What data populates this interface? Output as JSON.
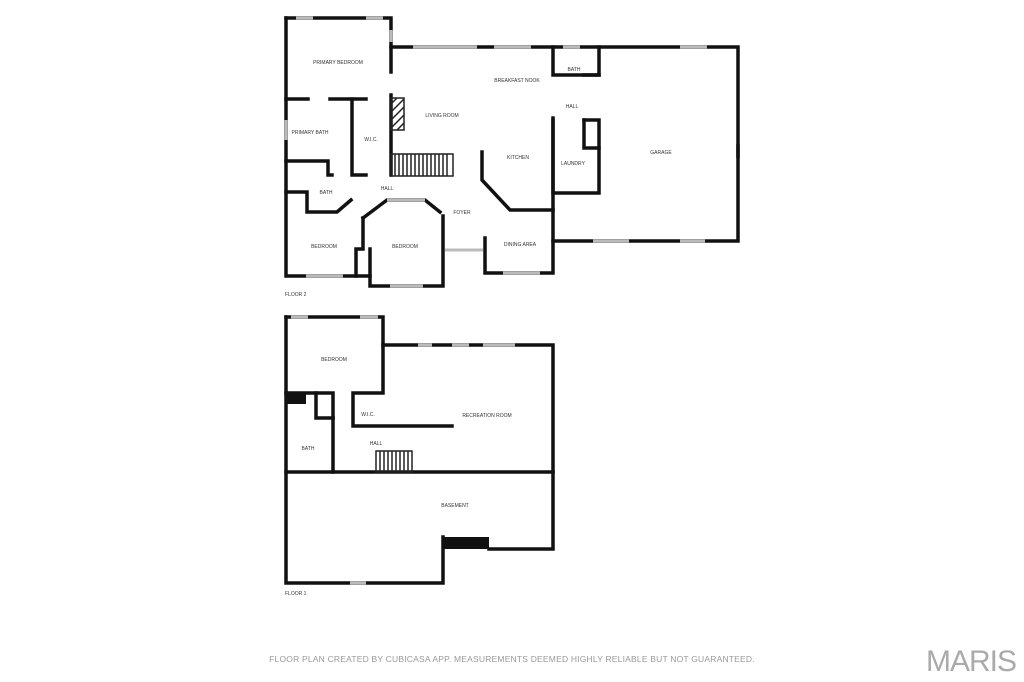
{
  "floor2": {
    "label": "FLOOR 2",
    "rooms": {
      "primary_bedroom": "PRIMARY BEDROOM",
      "primary_bath": "PRIMARY BATH",
      "wic": "W.I.C.",
      "living_room": "LIVING ROOM",
      "breakfast_nook": "BREAKFAST NOOK",
      "bath_upper": "BATH",
      "hall_right": "HALL",
      "kitchen": "KITCHEN",
      "laundry": "LAUNDRY",
      "garage": "GARAGE",
      "bath_left": "BATH",
      "hall": "HALL",
      "foyer": "FOYER",
      "bedroom_left": "BEDROOM",
      "bedroom_mid": "BEDROOM",
      "dining_area": "DINING AREA"
    }
  },
  "floor1": {
    "label": "FLOOR 1",
    "rooms": {
      "bedroom": "BEDROOM",
      "wic": "W.I.C.",
      "recreation_room": "RECREATION ROOM",
      "hall": "HALL",
      "bath": "BATH",
      "basement": "BASEMENT"
    }
  },
  "disclaimer": "FLOOR PLAN CREATED BY CUBICASA APP. MEASUREMENTS DEEMED HIGHLY RELIABLE BUT NOT GUARANTEED.",
  "logo": "MARIS"
}
